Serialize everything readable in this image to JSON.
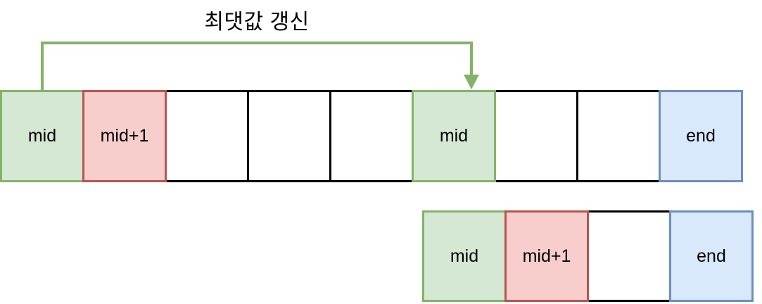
{
  "annotation": {
    "arrow_label": "최댓값 갱신"
  },
  "colors": {
    "background": "#ffffff",
    "text": "#000000",
    "plain_border": "#000000",
    "green_fill": "#d5e8d4",
    "green_border": "#82b366",
    "red_fill": "#f8cecc",
    "red_border": "#b85450",
    "blue_fill": "#dae8fc",
    "blue_border": "#6c8ebf",
    "arrow": "#82b366"
  },
  "top_array": {
    "cells": [
      {
        "label": "mid",
        "variant": "green"
      },
      {
        "label": "mid+1",
        "variant": "red"
      },
      {
        "label": "",
        "variant": "plain"
      },
      {
        "label": "",
        "variant": "plain"
      },
      {
        "label": "",
        "variant": "plain"
      },
      {
        "label": "mid",
        "variant": "green"
      },
      {
        "label": "",
        "variant": "plain"
      },
      {
        "label": "",
        "variant": "plain"
      },
      {
        "label": "end",
        "variant": "blue"
      }
    ]
  },
  "bottom_array": {
    "cells": [
      {
        "label": "mid",
        "variant": "green"
      },
      {
        "label": "mid+1",
        "variant": "red"
      },
      {
        "label": "",
        "variant": "plain"
      },
      {
        "label": "end",
        "variant": "blue"
      }
    ]
  }
}
